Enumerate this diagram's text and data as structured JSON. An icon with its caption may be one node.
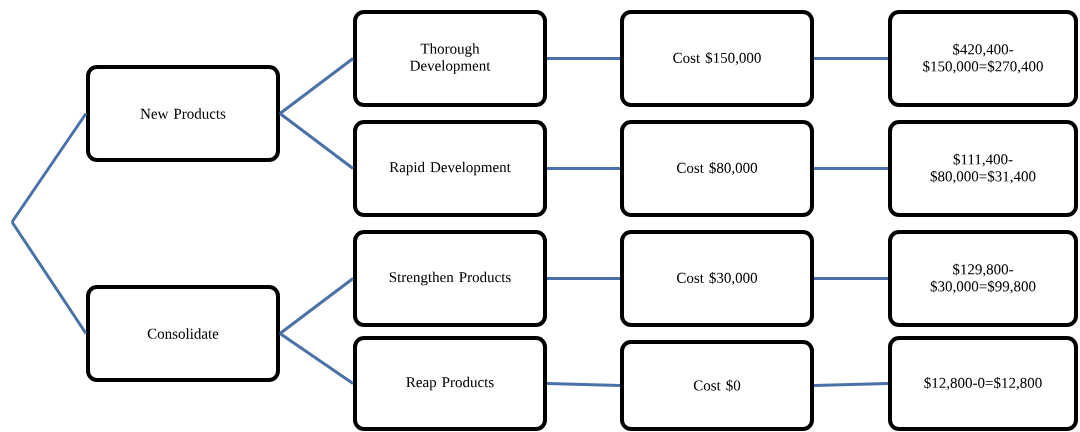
{
  "diagram": {
    "nodes": [
      {
        "text": [
          "New Products"
        ]
      },
      {
        "text": [
          "Thorough Development"
        ]
      },
      {
        "text": [
          "Cost $150,000"
        ]
      },
      {
        "text": [
          "$420,400- $150,000=$270,400"
        ]
      },
      {
        "text": [
          "Rapid Development"
        ]
      },
      {
        "text": [
          "Cost $80,000"
        ]
      },
      {
        "text": [
          "$111,400- $80,000=$31,400"
        ]
      },
      {
        "text": [
          "Consolidate"
        ]
      },
      {
        "text": [
          "Strengthen Products"
        ]
      },
      {
        "text": [
          "Cost $30,000"
        ]
      },
      {
        "text": [
          "$129,800- $30,000=$99,800"
        ]
      },
      {
        "text": [
          "Reap Products"
        ]
      },
      {
        "text": [
          "Cost $0"
        ]
      },
      {
        "text": [
          "$12,800-0=$12,800"
        ]
      }
    ],
    "edges": [
      {
        "from": null,
        "to": 0,
        "arrow": "none"
      },
      {
        "from": null,
        "to": 7,
        "arrow": "none"
      },
      {
        "from": 0,
        "to": 1,
        "arrow": "none"
      },
      {
        "from": 0,
        "to": 4,
        "arrow": "none"
      },
      {
        "from": 1,
        "to": 2,
        "arrow": "none"
      },
      {
        "from": 2,
        "to": 3,
        "arrow": "none"
      },
      {
        "from": 4,
        "to": 5,
        "arrow": "none"
      },
      {
        "from": 5,
        "to": 6,
        "arrow": "none"
      },
      {
        "from": 7,
        "to": 8,
        "arrow": "none"
      },
      {
        "from": 7,
        "to": 11,
        "arrow": "none"
      },
      {
        "from": 8,
        "to": 9,
        "arrow": "none"
      },
      {
        "from": 9,
        "to": 10,
        "arrow": "none"
      },
      {
        "from": 11,
        "to": 12,
        "arrow": "none"
      },
      {
        "from": 12,
        "to": 13,
        "arrow": "none"
      }
    ]
  }
}
